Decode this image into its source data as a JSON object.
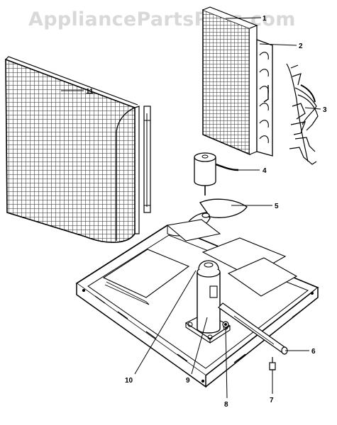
{
  "watermark": "AppliancePartsPros.com",
  "callouts": {
    "c1": "1",
    "c2": "2",
    "c3": "3",
    "c4": "4",
    "c5": "5",
    "c6": "6",
    "c7": "7",
    "c8": "8",
    "c9": "9",
    "c10": "10",
    "c11": "11"
  },
  "colors": {
    "ink": "#000000",
    "paper": "#ffffff",
    "watermark": "#d9d9d9"
  }
}
